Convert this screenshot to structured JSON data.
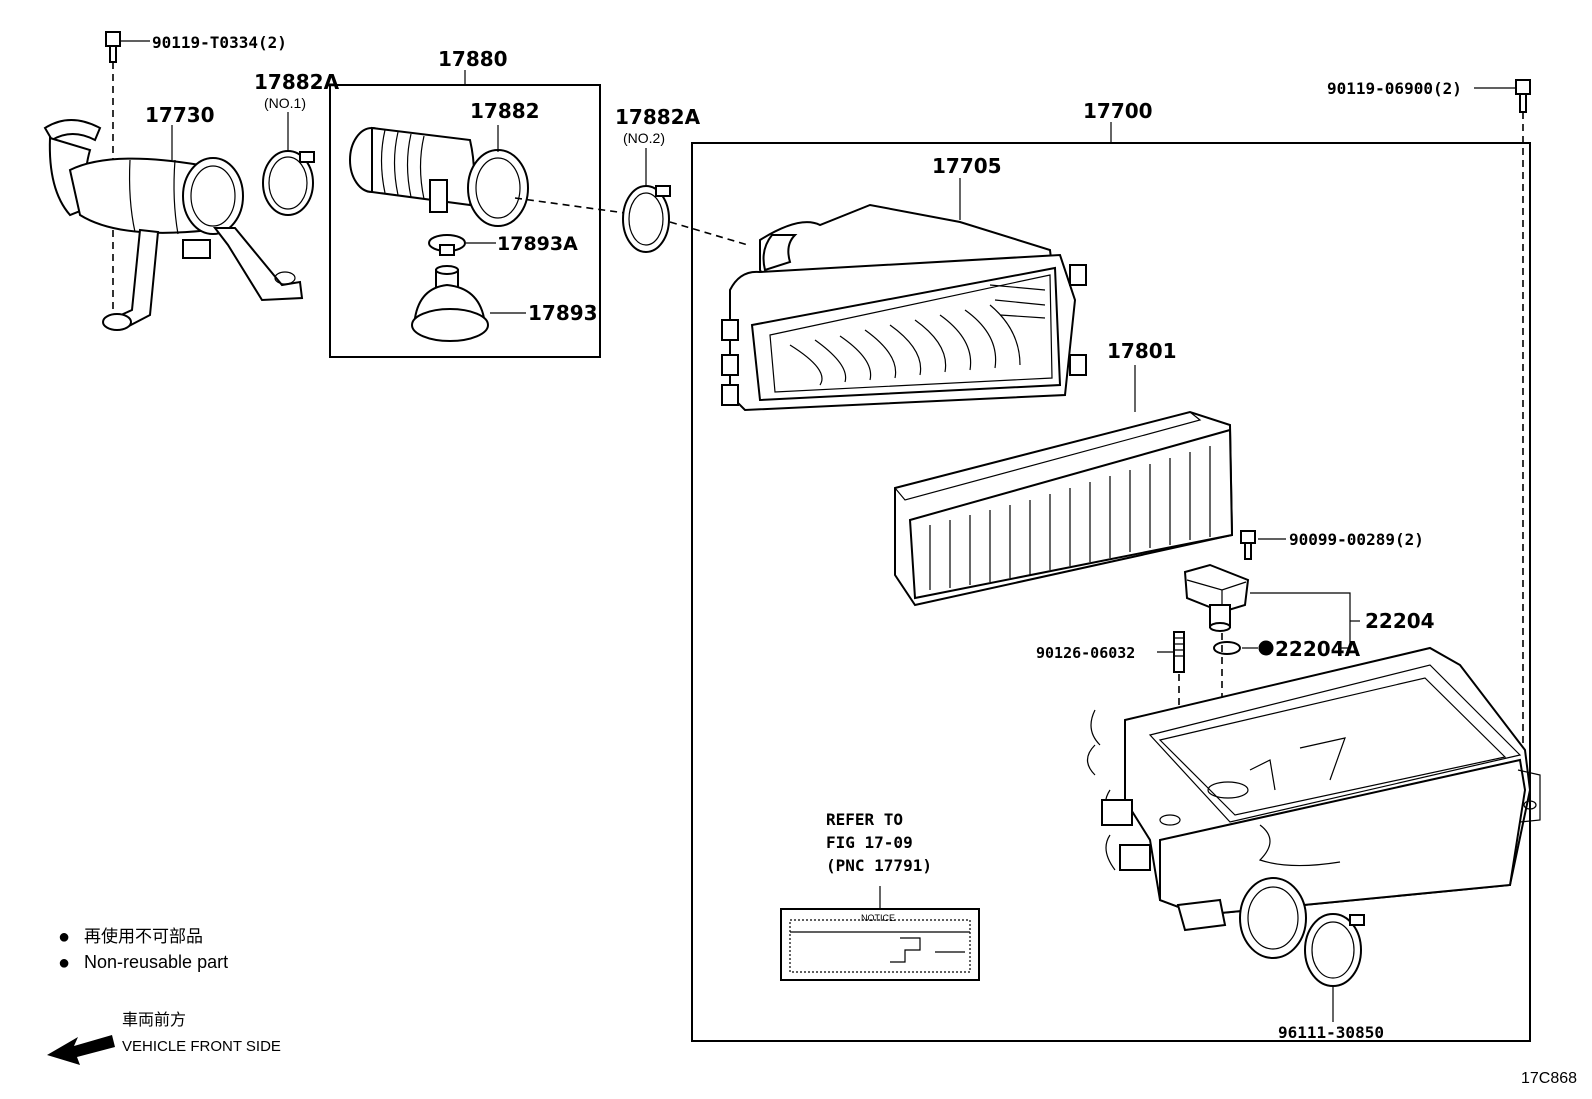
{
  "parts": {
    "bolt_top_left": "90119-T0334(2)",
    "hose_17730": "17730",
    "clamp_no1": "17882A",
    "clamp_no1_note": "(NO.1)",
    "assy_17880": "17880",
    "hose_17882": "17882",
    "clamp_17893a": "17893A",
    "resonator_17893": "17893",
    "clamp_no2": "17882A",
    "clamp_no2_note": "(NO.2)",
    "assy_17700": "17700",
    "cap_17705": "17705",
    "bolt_top_right": "90119-06900(2)",
    "element_17801": "17801",
    "screw_90099": "90099-00289(2)",
    "sensor_22204": "22204",
    "gasket_22204a": "22204A",
    "stud_90126": "90126-06032",
    "clamp_96111": "96111-30850"
  },
  "refer_note": {
    "line1": "REFER TO",
    "line2": "FIG 17-09",
    "line3": "(PNC 17791)",
    "label_title": "NOTICE"
  },
  "legend": {
    "bullet": "●",
    "jp": "再使用不可部品",
    "en": "Non-reusable part",
    "front_jp": "車両前方",
    "front_en": "VEHICLE FRONT SIDE"
  },
  "figure_code": "17C868"
}
